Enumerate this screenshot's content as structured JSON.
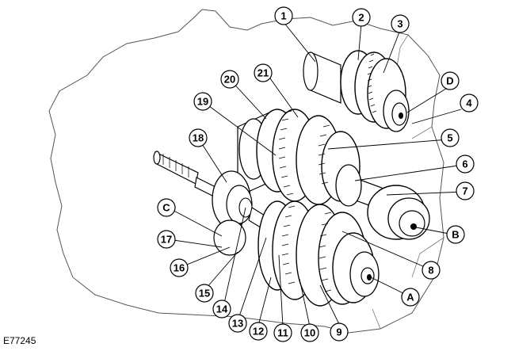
{
  "figure_id": "E77245",
  "callouts": [
    "1",
    "2",
    "3",
    "D",
    "4",
    "5",
    "6",
    "7",
    "B",
    "8",
    "A",
    "9",
    "10",
    "11",
    "12",
    "13",
    "14",
    "15",
    "16",
    "17",
    "C",
    "18",
    "19",
    "20",
    "21"
  ]
}
